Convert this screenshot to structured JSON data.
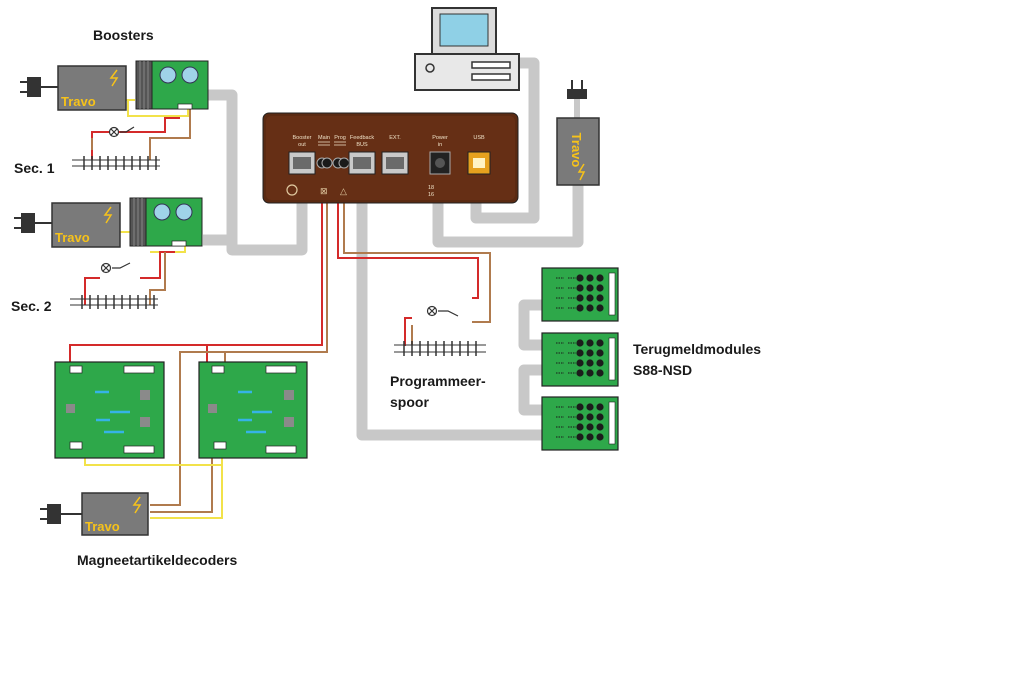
{
  "labels": {
    "boosters": "Boosters",
    "sec1": "Sec. 1",
    "sec2": "Sec. 2",
    "programmeer_line1": "Programmeer-",
    "programmeer_line2": "spoor",
    "terugmeld_line1": "Terugmeldmodules",
    "terugmeld_line2": "S88-NSD",
    "magneet": "Magneetartikeldecoders"
  },
  "travo_label": "Travo",
  "central_unit": {
    "ports": {
      "booster_out_1": "Booster",
      "booster_out_2": "out",
      "main": "Main",
      "prog": "Prog",
      "feedback_1": "Feedback",
      "feedback_2": "BUS",
      "ext": "EXT.",
      "power_1": "Power",
      "power_2": "in",
      "usb": "USB"
    },
    "voltage_1": "18",
    "voltage_2": "16"
  },
  "colors": {
    "cable_grey": "#c8c8c8",
    "wire_red": "#d42a2a",
    "wire_brown": "#b07b4e",
    "wire_yellow": "#f2e24a",
    "board_green": "#2ea84a",
    "travo_grey": "#7a7a7a",
    "travo_text": "#f6c21a",
    "central_body": "#5a2a12"
  }
}
